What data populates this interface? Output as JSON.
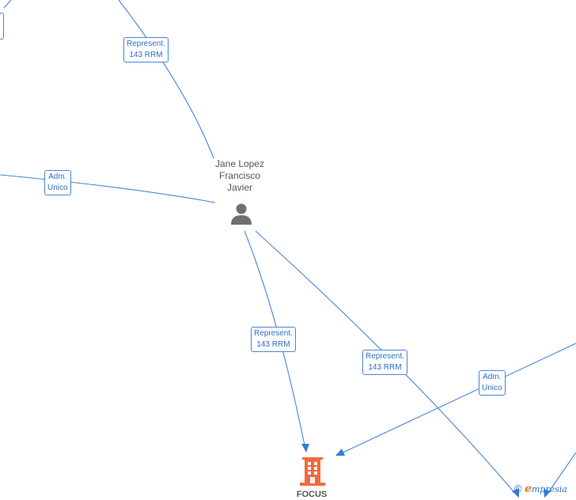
{
  "person": {
    "name_lines": [
      "Jane Lopez",
      "Francisco",
      "Javier"
    ],
    "icon": "person-icon"
  },
  "company": {
    "name": "FOCUS",
    "icon": "building-icon",
    "color": "#f26a3b"
  },
  "edge_labels": {
    "top": [
      "Represent.",
      "143 RRM"
    ],
    "left": [
      "Adm.",
      "Unico"
    ],
    "center": [
      "Represent.",
      "143 RRM"
    ],
    "right": [
      "Represent.",
      "143 RRM"
    ],
    "far_right": [
      "Adm.",
      "Unico"
    ]
  },
  "watermark": {
    "copyright": "©",
    "e_letter": "e",
    "brand_rest": "mpresia"
  },
  "colors": {
    "edge": "#4a86d6",
    "label_text": "#2e6fc9",
    "node_text": "#555555",
    "person_icon": "#707070"
  }
}
